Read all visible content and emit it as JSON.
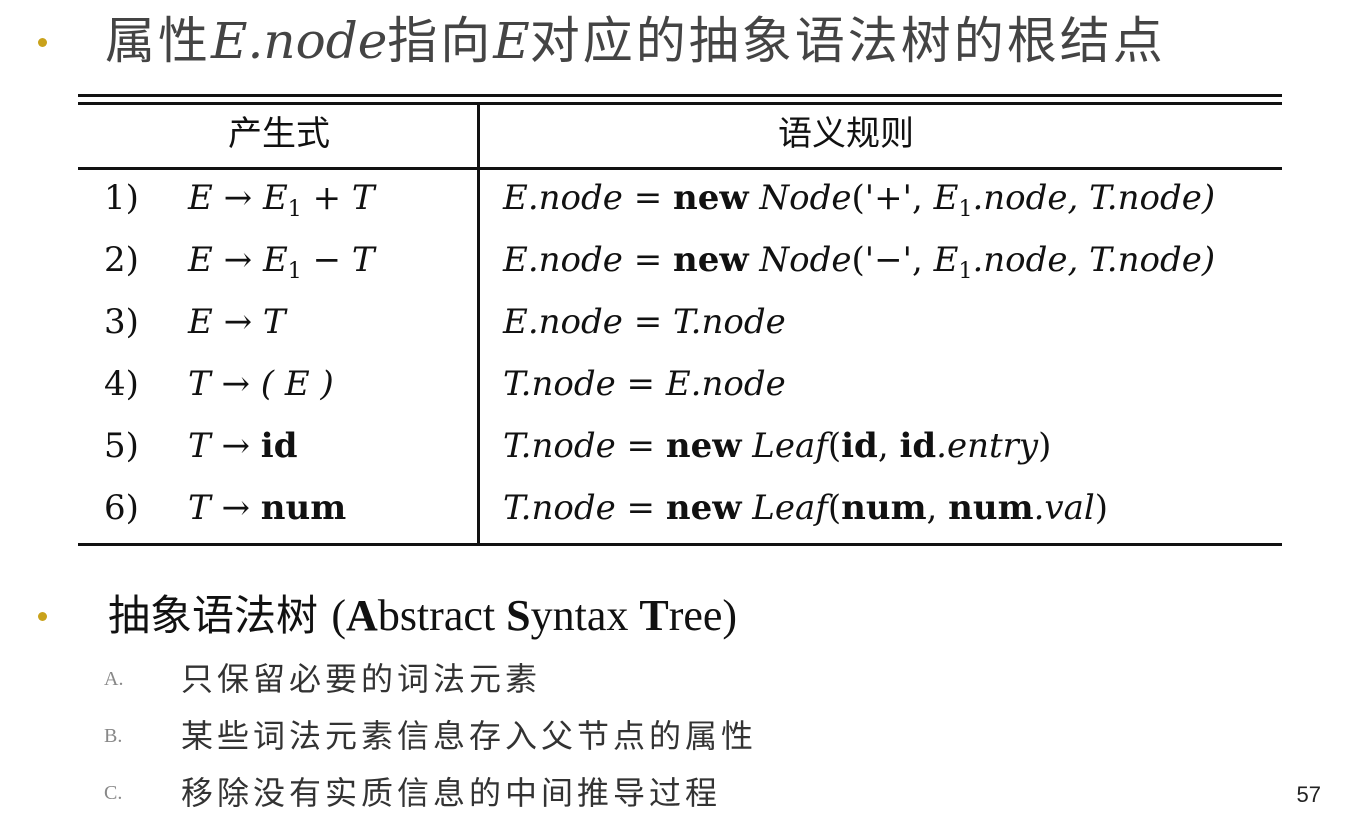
{
  "bullets": {
    "title1_parts": [
      "属性",
      "E.node",
      "指向",
      "E",
      "对应的抽象语法树的根结点"
    ],
    "title2_zh": "抽象语法树",
    "title2_en": {
      "open": "(",
      "a_bold": "A",
      "a_rest": "bstract ",
      "s_bold": "S",
      "s_rest": "yntax ",
      "t_bold": "T",
      "t_rest": "ree)"
    }
  },
  "table": {
    "headers": [
      "产生式",
      "语义规则"
    ],
    "rows": [
      {
        "num": "1)",
        "prod": {
          "lhs": "E",
          "arrow": "→",
          "r1": "E",
          "r1sub": "1",
          "op": " + ",
          "r2": "T"
        },
        "rule": {
          "a": "E.node",
          "eq": " = ",
          "kw": "new",
          "fn": " Node",
          "args": "('+', ",
          "e": "E",
          "esub": "1",
          "rest": ".node, T.node)"
        }
      },
      {
        "num": "2)",
        "prod": {
          "lhs": "E",
          "arrow": "→",
          "r1": "E",
          "r1sub": "1",
          "op": " − ",
          "r2": "T"
        },
        "rule": {
          "a": "E.node",
          "eq": " = ",
          "kw": "new",
          "fn": " Node",
          "args": "('−', ",
          "e": "E",
          "esub": "1",
          "rest": ".node, T.node)"
        }
      },
      {
        "num": "3)",
        "prod_text": "E → T",
        "rule_text": "E.node = T.node"
      },
      {
        "num": "4)",
        "prod_text": "T → ( E )",
        "rule_text": "T.node = E.node"
      },
      {
        "num": "5)",
        "prod": {
          "lhs": "T",
          "arrow": " → ",
          "bold": "id"
        },
        "rule": {
          "a": "T.node",
          "eq": " = ",
          "kw": "new",
          "fn": " Leaf",
          "open": "(",
          "b1": "id",
          "mid": ", ",
          "b2": "id",
          "tail": ".entry",
          "close": ")"
        }
      },
      {
        "num": "6)",
        "prod": {
          "lhs": "T",
          "arrow": " → ",
          "bold": "num"
        },
        "rule": {
          "a": "T.node",
          "eq": " = ",
          "kw": "new",
          "fn": " Leaf",
          "open": "(",
          "b1": "num",
          "mid": ", ",
          "b2": "num",
          "tail": ".val",
          "close": ")"
        }
      }
    ]
  },
  "sublist": [
    {
      "marker": "A.",
      "text": "只保留必要的词法元素"
    },
    {
      "marker": "B.",
      "text": "某些词法元素信息存入父节点的属性"
    },
    {
      "marker": "C.",
      "text": "移除没有实质信息的中间推导过程"
    }
  ],
  "page_number": "57",
  "colors": {
    "bullet": "#c9a21b",
    "text": "#333333",
    "table_ink": "#111111"
  }
}
